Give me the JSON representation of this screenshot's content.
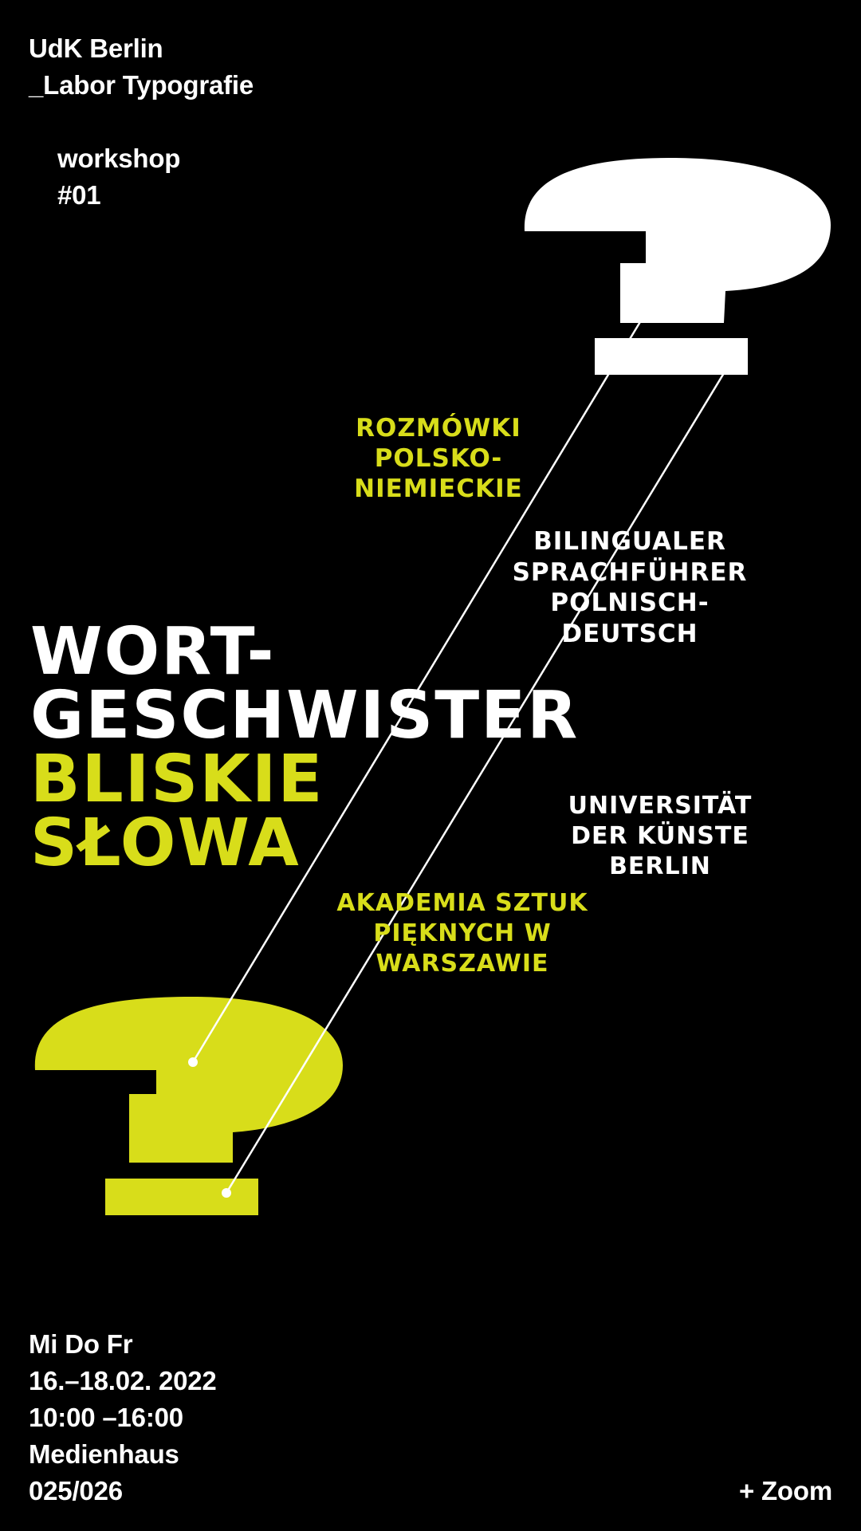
{
  "colors": {
    "background": "#000000",
    "white": "#ffffff",
    "accent": "#d8dd1a"
  },
  "header": {
    "line1": "UdK Berlin",
    "line2": "_Labor Typografie"
  },
  "workshop": {
    "line1": "workshop",
    "line2": "#01"
  },
  "polish_subtitle": {
    "line1": "Rozmówki",
    "line2": "polsko-",
    "line3": "niemieckie"
  },
  "german_subtitle": {
    "line1": "Bilingualer",
    "line2": "Sprachführer",
    "line3": "Polnisch-",
    "line4": "Deutsch"
  },
  "title_german": {
    "line1": "Wort-",
    "line2": "geschwister"
  },
  "title_polish": {
    "line1": "Bliskie",
    "line2": "Słowa"
  },
  "udk_name": {
    "line1": "Universität",
    "line2": "der Künste",
    "line3": "Berlin"
  },
  "asp_name": {
    "line1": "Akademia Sztuk",
    "line2": "Pięknych w",
    "line3": "Warszawie"
  },
  "event": {
    "days": "Mi Do Fr",
    "dates": "16.–18.02. 2022",
    "time": "10:00 –16:00",
    "venue": "Medienhaus",
    "room": "025/026",
    "online": "+ Zoom"
  },
  "icons": {
    "top_mark": "question-mark-icon",
    "bottom_mark": "question-mark-icon"
  }
}
